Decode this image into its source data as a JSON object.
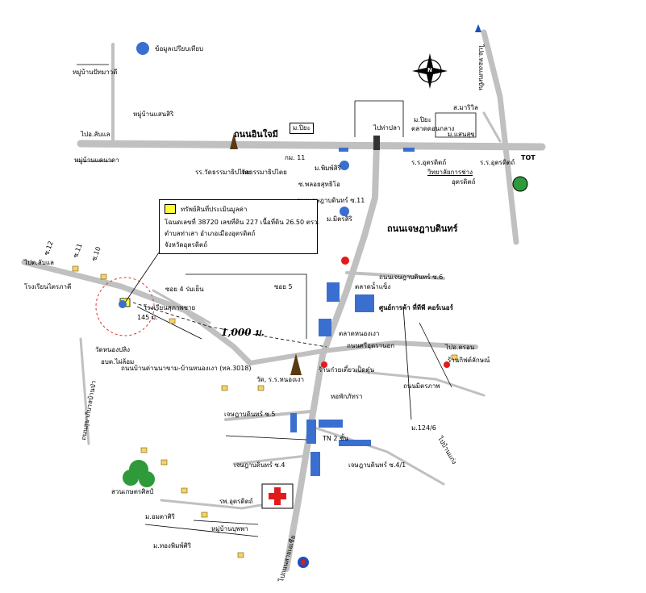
{
  "colors": {
    "road": "#c0c0c0",
    "highlight": "#ffff33",
    "building_blue": "#3a6fd0",
    "tree_green": "#2e9a3a",
    "hospital_red": "#e11b1b",
    "target_circle": "#e03030"
  },
  "legend": {
    "compare_label": "ข้อมูลเปรียบเทียบ",
    "compare_icon": "blue-circle-icon"
  },
  "info_box": {
    "title": "ทรัพย์สินที่ประเมินมูลค่า",
    "line1": "โฉนดเลขที่ 38720 เลขที่ดิน 227 เนื้อที่ดิน 26.50 ตรว.",
    "line2": "ตำบลท่าเสา อำเภอเมืองอุตรดิตถ์",
    "line3": "จังหวัดอุตรดิตถ์"
  },
  "roads": {
    "main_road": "ถนนอินใจมี",
    "jenphab_road": "ถนนเจษฎาบดินทร์",
    "jenphab_6": "ถนนเจษฎาบดินทร์ ซ.6",
    "nong_ngao_road": "ถนนบ้านด่านนาขาม-บ้านหนองเงา (ทล.3018)",
    "si_ut_road": "ถนนศรีอุตรานอก",
    "mittaprap_road": "ถนนมิตรภาพ",
    "jenphab_5": "เจษฎาบดินทร์ ซ.5",
    "jenphab_4": "เจษฎาบดินทร์ ซ.4",
    "jenphab_4_1": "เจษฎาบดินทร์ ซ.4/1",
    "distance": "1,000 ม."
  },
  "places": {
    "to_lab_lae": "ไปอ.ลับแล",
    "to_tha_pla": "ไปท่าปลา",
    "to_lab_lae2": "ไปต.ลับแล",
    "to_tron": "ไปอ.ตรอน",
    "to_phitsanulok": "ไปถนนสายเอเชีย",
    "to_tha_sao": "ไปอ.ทองแสนขัน",
    "km11": "กม. 11",
    "wat_thammathipatai": "วัดธรรมาธิปไตย",
    "school_wat": "รร.วัดธรรมาธิปไตย",
    "mu_ban_1": "หมู่บ้านปัทมาวดี",
    "mu_ban_2": "หมู่บ้านแสนสิริ",
    "mu_ban_3": "หมู่บ้านแคนาดา",
    "sor_mor_thi": "ส.มาริวิล",
    "pai_hor": "ม.ปิยะ",
    "market": "ตลาดดอนกลาง",
    "m_san": "ม.แสนสุข",
    "rr_uttaradit": "ร.ร.อุตรดิตถ์",
    "college": "วิทยาลัยการช่าง",
    "college2": "อุตรดิตถ์",
    "tot": "TOT",
    "pimsiri": "ม.พิมพ์สิริ",
    "ch_plodsamothi": "ซ.พลอยสุทธิโอ",
    "jenphab_11": "ถนนเจษฎาบดินทร์ ซ.11",
    "m_mitsiri": "ม.มิตรสิริ",
    "school_kor": "โรงเรียนไตรภาคี",
    "school_nong": "โรงเรียนสุภาพชาย",
    "soi_12": "ซ.12",
    "soi_11": "ซ.11",
    "soi_10": "ซ.10",
    "soi_ban": "ซอย 4 ร่มเย็น",
    "soi_5": "ซอย 5",
    "shop_center": "ศูนย์การค้า ที่ทีพี คอร์เนอร์",
    "big_c": "ตลาดน้ำแข็ง",
    "wat_nong_ngao": "วัด, ร.ร.หนองเงา",
    "market2": "ตลาดหนองเงา",
    "noppadol": "หอพักภัทรา",
    "dog_shop": "ร้านก๋วยเตี๋ยวเป็ดตุ๋น",
    "m_124": "ม.124/6",
    "village_2": "TN 2 ชั้น",
    "hospital": "รพ.อุตรดิตถ์",
    "park": "สวนเกษตรศิลป์",
    "m_amata": "ม.อมตาศิริ",
    "m_phong": "ม.ทองพิมพ์ศิริ",
    "mittaprap_village": "หมู่บ้านบุพพา",
    "radius_label": "145 ม.",
    "temple_shop": "ร้านกิฟต์ลักษณ์",
    "rr_nong_ngao": "ร.ร.หนองเงา",
    "thai_label_right": "ไปบ้านแก่ง",
    "comp_school": "วัดหนองปลิง",
    "road_label_left": "ถนนสุขาภิบาลบ้านป่า",
    "gov_office": "อบต.ไผ่ล้อม"
  },
  "compass": "N"
}
